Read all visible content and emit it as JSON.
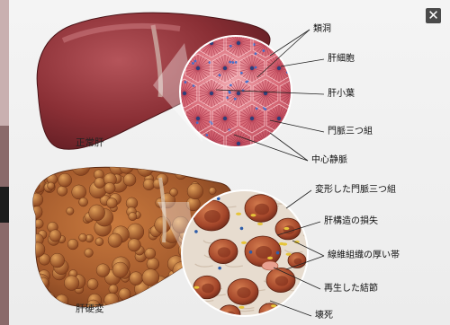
{
  "close_icon": "close-x-icon",
  "normal": {
    "organ_label": "正常肝",
    "callouts": [
      "類洞",
      "肝細胞",
      "肝小葉",
      "門脈三つ組",
      "中心静脈"
    ]
  },
  "cirrhosis": {
    "organ_label": "肝硬変",
    "callouts": [
      "変形した門脈三つ組",
      "肝構造の損失",
      "線維組織の厚い帯",
      "再生した結節",
      "壊死"
    ]
  },
  "colors": {
    "normal_liver": "#8a2f35",
    "lobule_pink": "#d96b78",
    "cirrhotic_liver": "#a2592c",
    "fibrous_band": "#e7dccf",
    "nodule": "#b44a2a",
    "bile_yellow": "#e6c43a",
    "vessel_blue": "#2e5ca8"
  }
}
